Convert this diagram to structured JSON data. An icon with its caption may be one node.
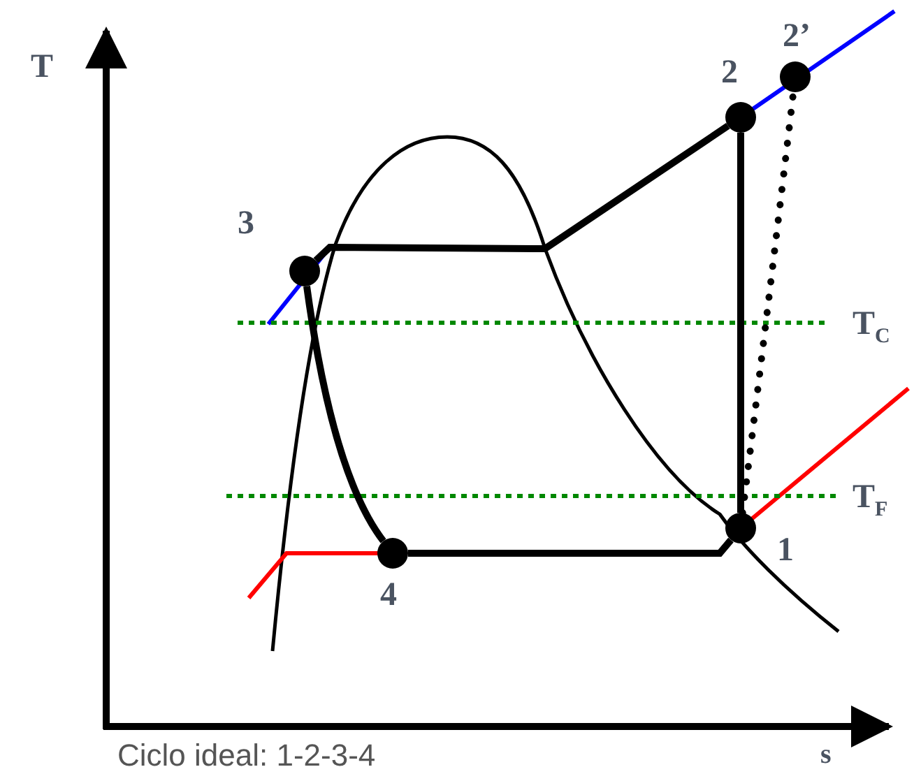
{
  "diagram": {
    "caption": "Ciclo ideal: 1-2-3-4",
    "nodes": [
      {
        "text": [],
        "shape": "circle",
        "beside": [
          "1"
        ]
      },
      {
        "text": [],
        "shape": "circle",
        "beside": [
          "2"
        ]
      },
      {
        "text": [],
        "shape": "circle",
        "beside": [
          "2’"
        ]
      },
      {
        "text": [],
        "shape": "circle",
        "beside": [
          "3"
        ]
      },
      {
        "text": [],
        "shape": "circle",
        "beside": [
          "4"
        ]
      }
    ],
    "edges": [
      {
        "from": 0,
        "to": 1,
        "arrow": "none"
      },
      {
        "from": 1,
        "to": 3,
        "arrow": "none"
      },
      {
        "from": 3,
        "to": 4,
        "arrow": "none"
      },
      {
        "from": 4,
        "to": 0,
        "arrow": "none"
      },
      {
        "from": 0,
        "to": 2,
        "arrow": "none",
        "style": "dashed"
      }
    ],
    "labels": [
      "T",
      "T$_{C}$",
      "T$_{F}$",
      "s"
    ]
  }
}
